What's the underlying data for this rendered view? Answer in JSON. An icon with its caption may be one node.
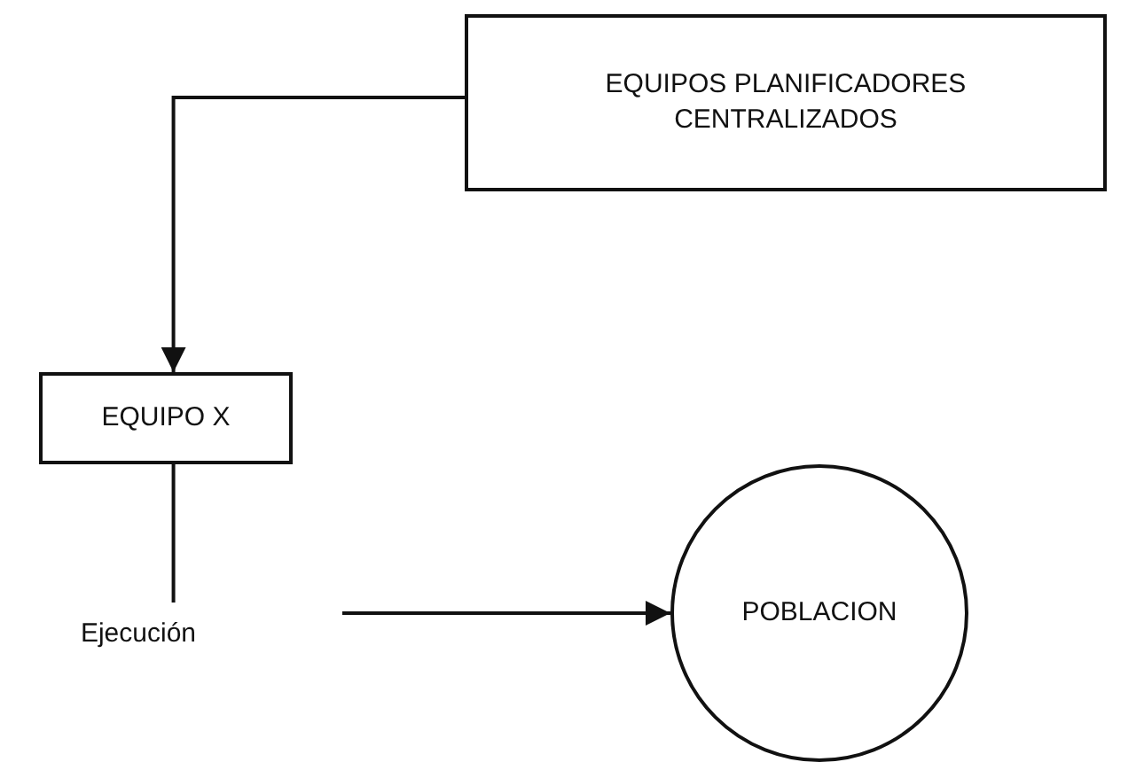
{
  "diagram": {
    "nodes": [
      {
        "text": [
          "EQUIPOS PLANIFICADORES CENTRALIZADOS"
        ]
      },
      {
        "text": [
          "EQUIPO X"
        ]
      },
      {
        "text": [
          "Ejecución"
        ]
      },
      {
        "text": [
          "POBLACION"
        ]
      }
    ],
    "edges": [
      {
        "from": 0,
        "to": 1,
        "arrow": "to"
      },
      {
        "from": 1,
        "to": 2,
        "arrow": "none"
      },
      {
        "from": null,
        "to": 3,
        "arrow": "to"
      }
    ]
  }
}
